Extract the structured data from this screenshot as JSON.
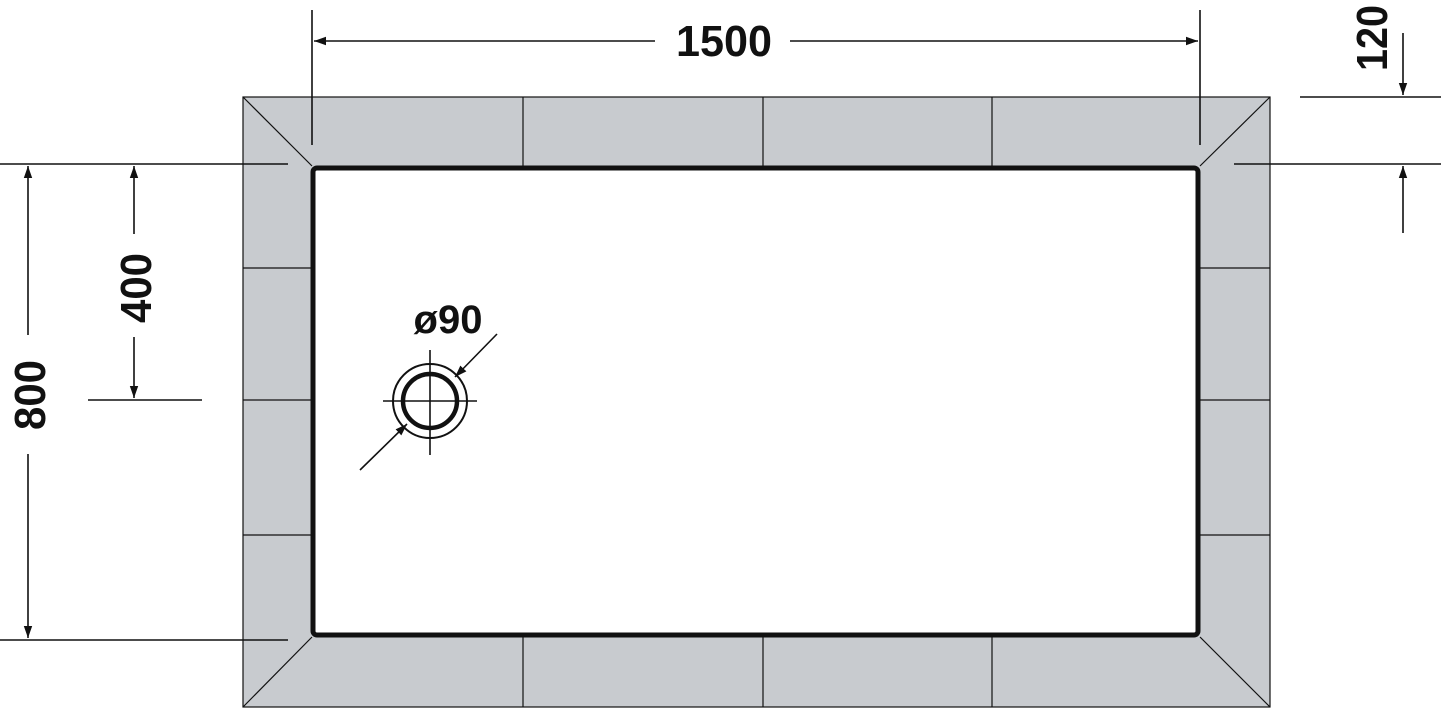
{
  "drawing": {
    "title": "Shower tray dimension drawing",
    "colors": {
      "frame": "#c8cbcf",
      "basin": "#ffffff",
      "line": "#111111"
    },
    "dimensions": {
      "width": {
        "label": "1500",
        "value": 1500
      },
      "depth": {
        "label": "800",
        "value": 800
      },
      "drain_offset": {
        "label": "400",
        "value": 400
      },
      "rim_width": {
        "label": "120",
        "value": 120
      },
      "drain_diameter": {
        "label": "ø90",
        "value": 90
      }
    },
    "tiles": {
      "top_bottom_dividers": 3,
      "left_right_dividers": 3
    }
  }
}
